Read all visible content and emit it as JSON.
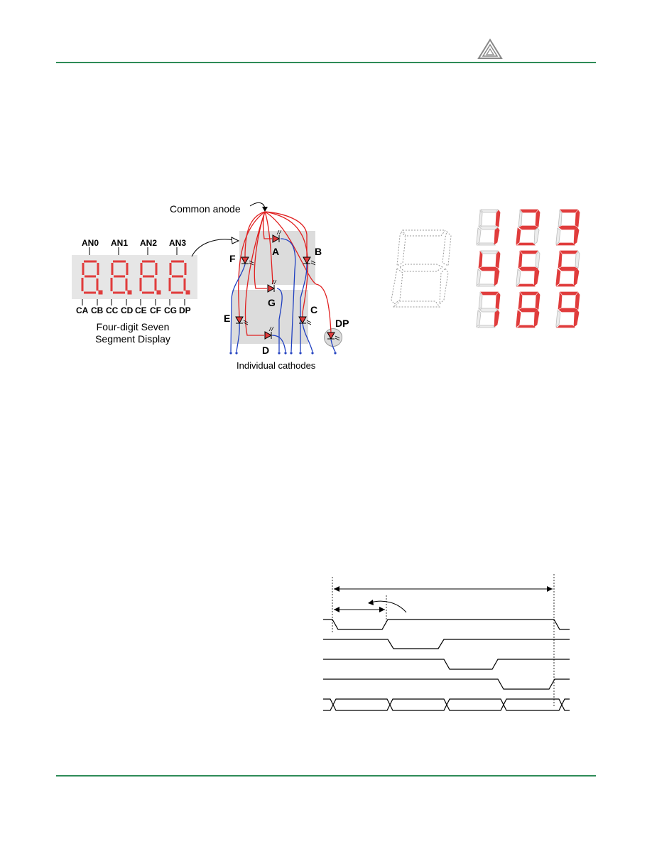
{
  "colors": {
    "rule": "#2e8b57",
    "segment_on": "#e03c3c",
    "segment_off": "#bdbdbd",
    "anode": "#e02020",
    "cathode": "#2040c0"
  },
  "header": {
    "logo_icon": "triangle-logo-icon"
  },
  "display": {
    "anode_labels": [
      "AN0",
      "AN1",
      "AN2",
      "AN3"
    ],
    "cathode_labels": [
      "CA",
      "CB",
      "CC",
      "CD",
      "CE",
      "CF",
      "CG",
      "DP"
    ],
    "caption_line1": "Four-digit Seven",
    "caption_line2": "Segment Display"
  },
  "circuit": {
    "common_anode": "Common anode",
    "segments": [
      "A",
      "B",
      "C",
      "D",
      "E",
      "F",
      "G",
      "DP"
    ],
    "cathodes_caption": "Individual cathodes"
  },
  "digits_shown": [
    "1",
    "2",
    "3",
    "4",
    "5",
    "6",
    "7",
    "8",
    "9"
  ],
  "timing": {
    "signals": 5
  }
}
